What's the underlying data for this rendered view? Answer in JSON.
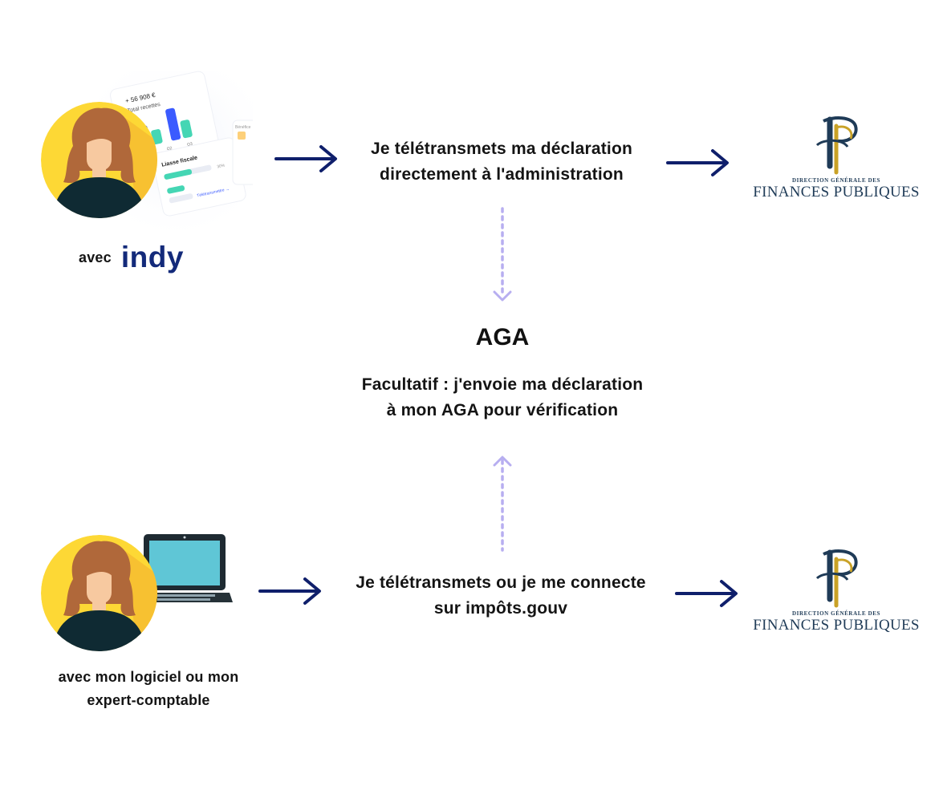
{
  "colors": {
    "arrow": "#0f1f6b",
    "dotted_arrow": "#b7aef0",
    "avatar_bg": "#fdd835",
    "hair": "#b0683a",
    "skin": "#f7c9a0",
    "sweater": "#0f2a33",
    "indy": "#132a7a",
    "dgfip": "#1f3b57",
    "dgfip_gold": "#c9a227"
  },
  "top_flow": {
    "caption_prefix": "avec",
    "brand": "indy",
    "step_text_line1": "Je télétransmets ma déclaration",
    "step_text_line2": "directement à l'administration",
    "dashboard": {
      "recettes_value": "+ 56 908 €",
      "recettes_label": "Total recettes",
      "bar_labels": [
        "Q2",
        "Q3"
      ],
      "liasse_title": "Liasse fiscale",
      "liasse_percent": "30%",
      "liasse_button": "Télétransmettre →",
      "side_label": "Bénéfice"
    }
  },
  "middle": {
    "title": "AGA",
    "text_line1": "Facultatif : j'envoie ma déclaration",
    "text_line2": "à mon AGA pour vérification"
  },
  "bottom_flow": {
    "caption_line1": "avec mon logiciel ou mon",
    "caption_line2": "expert-comptable",
    "step_text_line1": "Je télétransmets ou je me connecte",
    "step_text_line2": "sur impôts.gouv"
  },
  "dgfip_logo": {
    "small_text": "DIRECTION GÉNÉRALE DES",
    "big_text": "FINANCES PUBLIQUES"
  },
  "icons": [
    "avatar-woman-icon",
    "laptop-icon",
    "arrow-right-icon",
    "dgfip-logo-icon",
    "dashboard-card-icon"
  ]
}
